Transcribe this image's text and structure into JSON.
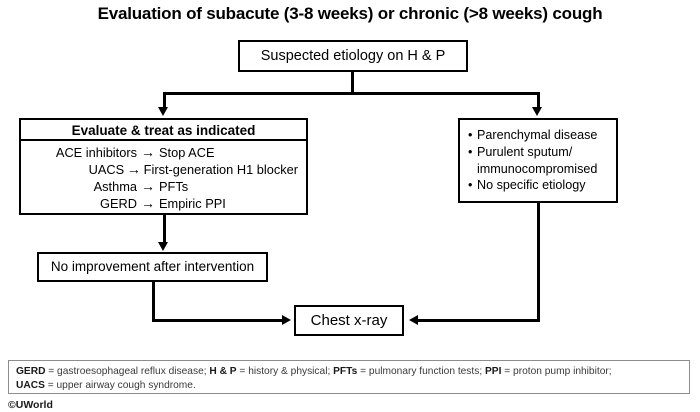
{
  "title": "Evaluation of subacute (3-8 weeks) or chronic (>8 weeks) cough",
  "nodes": {
    "suspected": "Suspected etiology on H & P",
    "no_improvement": "No improvement after intervention",
    "chest_xray": "Chest x-ray"
  },
  "evaluate_box": {
    "header": "Evaluate & treat as indicated",
    "arrow_glyph": "→",
    "rows": [
      {
        "term": "ACE inhibitors",
        "value": "Stop ACE"
      },
      {
        "term": "UACS",
        "value": "First-generation H1 blocker"
      },
      {
        "term": "Asthma",
        "value": "PFTs"
      },
      {
        "term": "GERD",
        "value": "Empiric PPI"
      }
    ]
  },
  "etiology_box": {
    "bullet_glyph": "•",
    "items": [
      {
        "line1": "Parenchymal disease",
        "line2": ""
      },
      {
        "line1": "Purulent sputum/",
        "line2": "immunocompromised"
      },
      {
        "line1": "No specific etiology",
        "line2": ""
      }
    ]
  },
  "footnote": {
    "line1_terms": [
      {
        "abbr": "GERD",
        "def": " = gastroesophageal reflux disease;"
      },
      {
        "abbr": "H & P",
        "def": " = history & physical;"
      },
      {
        "abbr": "PFTs",
        "def": " = pulmonary function tests;"
      },
      {
        "abbr": "PPI",
        "def": " = proton pump inhibitor;"
      }
    ],
    "line2_abbr": "UACS",
    "line2_def": " = upper airway cough syndrome."
  },
  "copyright": "©UWorld",
  "colors": {
    "stroke": "#000000",
    "footnote_border": "#8d8d8d",
    "footnote_text": "#3a3a3a",
    "background": "#ffffff"
  }
}
